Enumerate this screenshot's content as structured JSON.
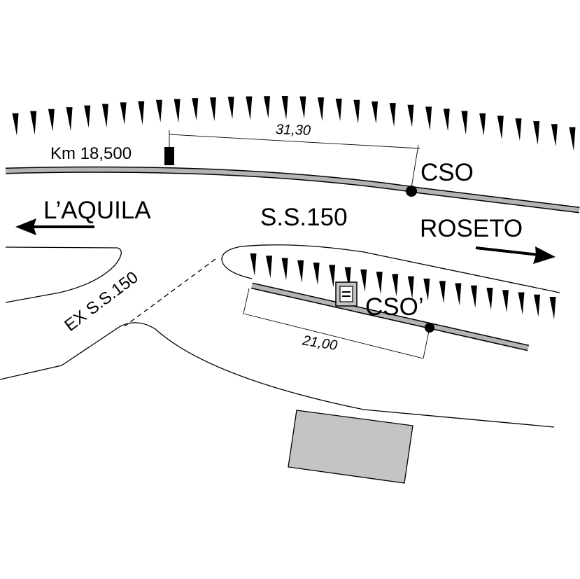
{
  "labels": {
    "km_marker": "Km 18,500",
    "dimension_top": "31,30",
    "cso": "CSO",
    "laquila": "L’AQUILA",
    "ss150": "S.S.150",
    "roseto": "ROSETO",
    "ex_ss150": "EX S.S.150",
    "cso_prime": "CSO’",
    "dimension_bottom": "21,00"
  },
  "colors": {
    "road_fill": "#b4b4b4",
    "building_fill": "#c4c4c4",
    "line": "#000000",
    "background": "#ffffff"
  },
  "icons": {
    "embankment": "slope-hachure-triangle",
    "cso_point": "filled-circle-dot",
    "km_marker": "filled-square-post",
    "cso_prime_box": "double-bar-box",
    "direction": "arrow"
  }
}
